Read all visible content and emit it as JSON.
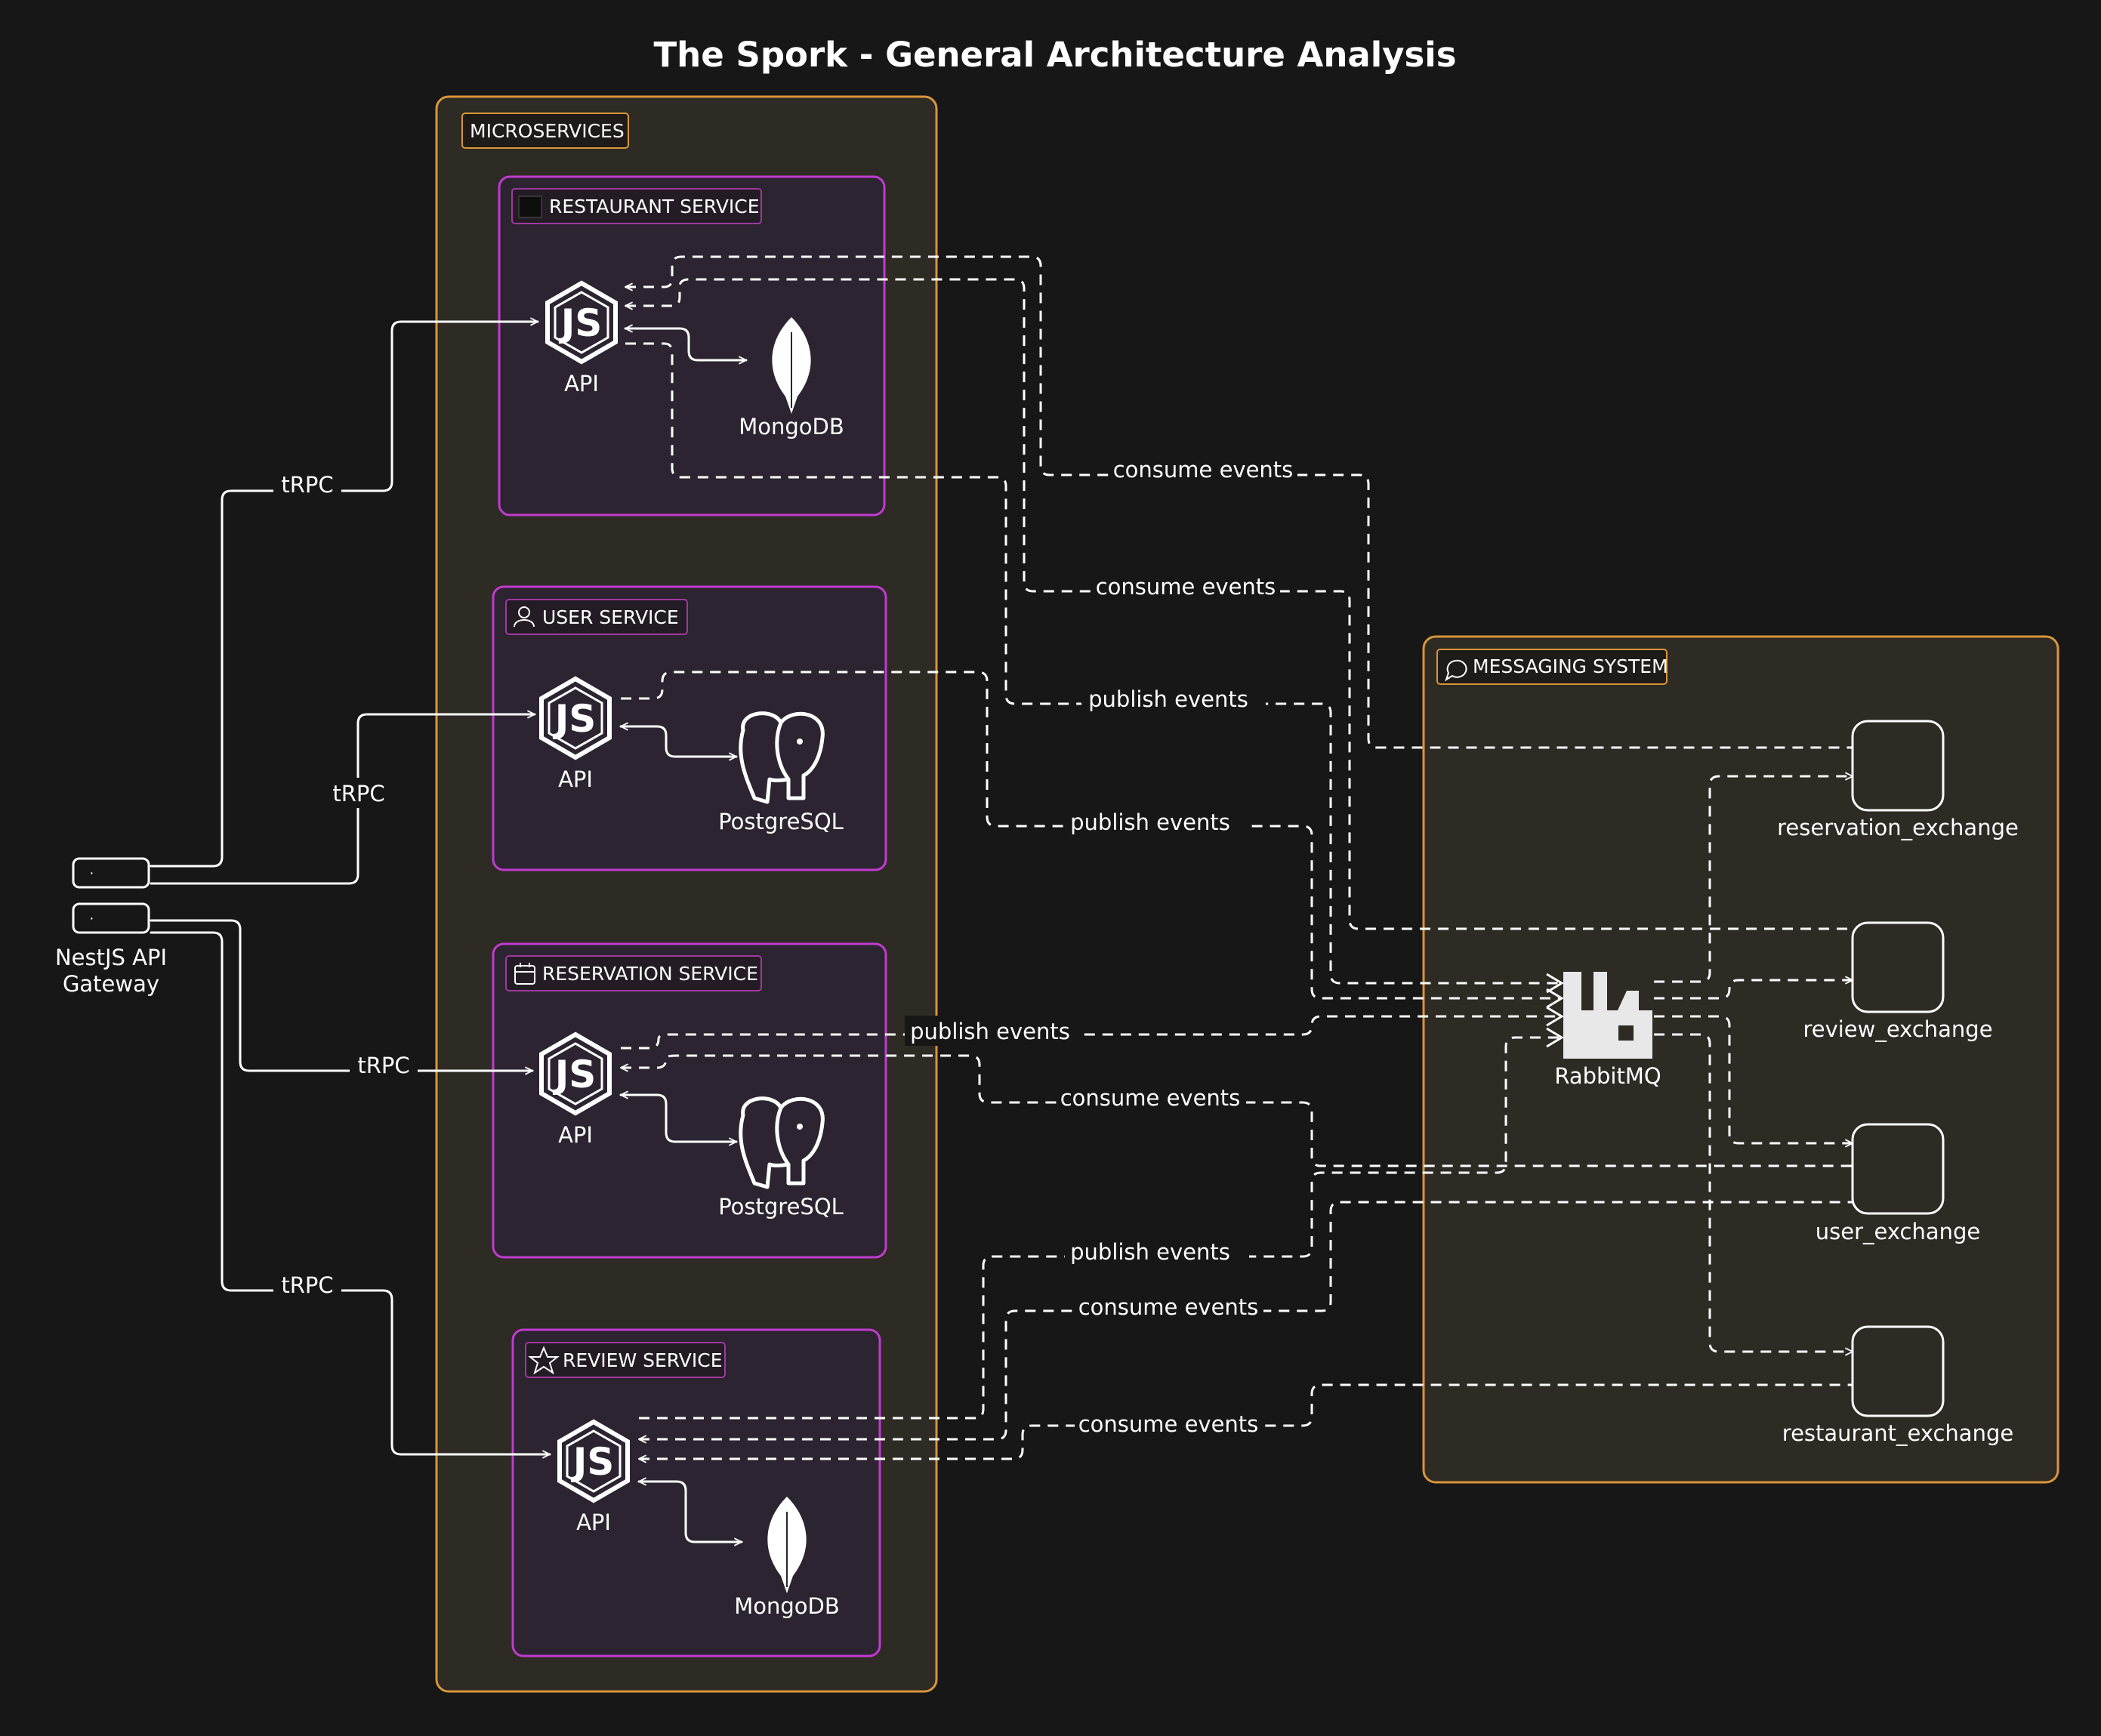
{
  "title": "The Spork - General Architecture Analysis",
  "groups": {
    "microservices": "MICROSERVICES",
    "messaging": "MESSAGING SYSTEM"
  },
  "services": [
    {
      "label": "RESTAURANT SERVICE",
      "icon": "square-icon",
      "api": "API",
      "db": "MongoDB",
      "db_icon": "mongodb-leaf-icon"
    },
    {
      "label": "USER SERVICE",
      "icon": "user-icon",
      "api": "API",
      "db": "PostgreSQL",
      "db_icon": "postgresql-elephant-icon"
    },
    {
      "label": "RESERVATION SERVICE",
      "icon": "calendar-icon",
      "api": "API",
      "db": "PostgreSQL",
      "db_icon": "postgresql-elephant-icon"
    },
    {
      "label": "REVIEW SERVICE",
      "icon": "star-icon",
      "api": "API",
      "db": "MongoDB",
      "db_icon": "mongodb-leaf-icon"
    }
  ],
  "gateway": {
    "line1": "NestJS API",
    "line2": "Gateway",
    "port_label": "·"
  },
  "broker": {
    "label": "RabbitMQ",
    "icon": "rabbitmq-icon"
  },
  "exchanges": [
    "reservation_exchange",
    "review_exchange",
    "user_exchange",
    "restaurant_exchange"
  ],
  "edges": {
    "trpc": "tRPC",
    "consume": "consume events",
    "publish": "publish events"
  },
  "colors": {
    "background": "#171717",
    "group_border": "#d9963a",
    "service_border": "#c13bd0",
    "line": "#ffffff"
  }
}
